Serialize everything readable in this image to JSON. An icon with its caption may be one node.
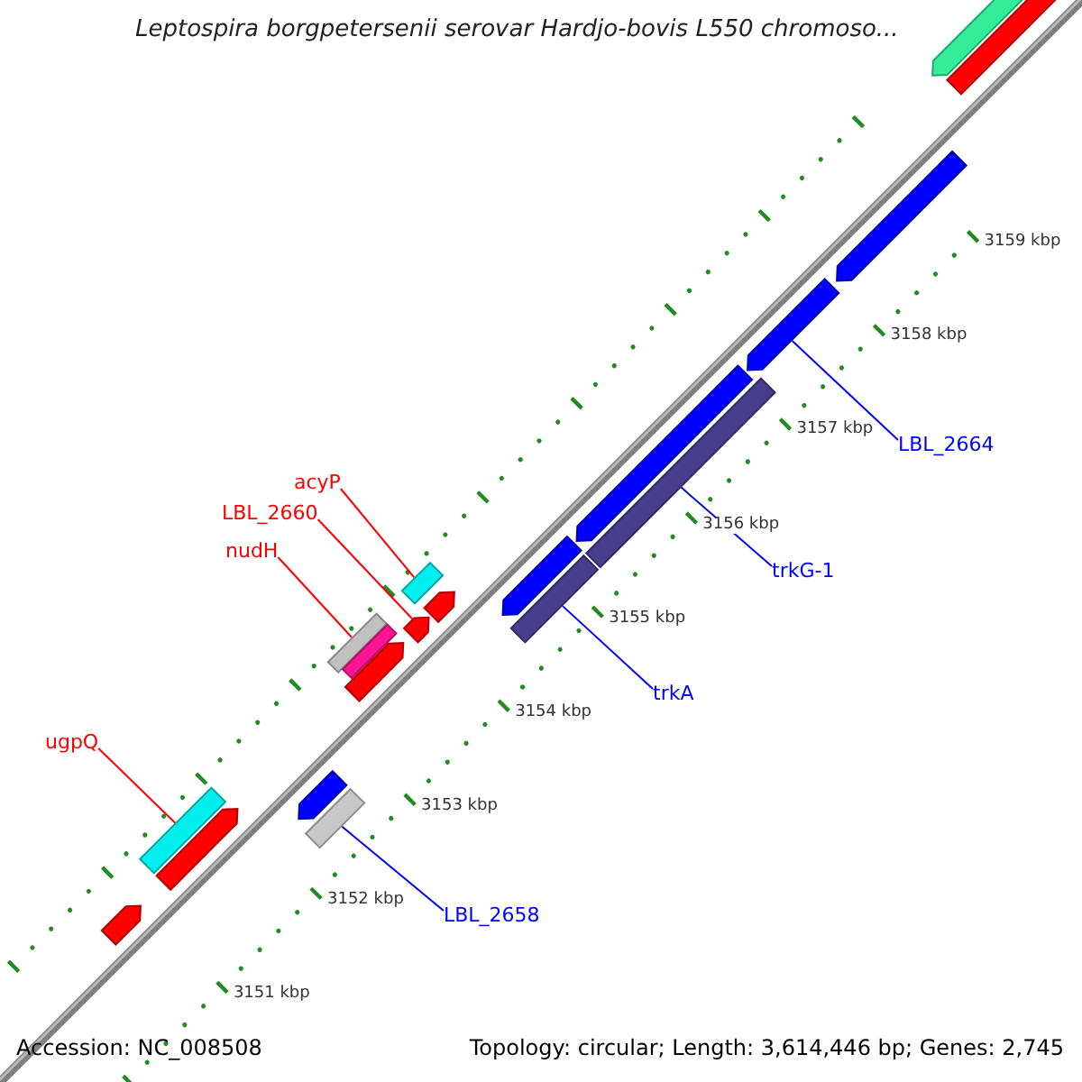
{
  "diagram": {
    "title": "Leptospira borgpetersenii serovar Hardjo-bovis L550 chromoso...",
    "nodes": [
      {
        "text": [
          "acyP"
        ]
      },
      {
        "text": [
          "LBL_2660"
        ]
      },
      {
        "text": [
          "nudH"
        ]
      },
      {
        "text": [
          "ugpQ"
        ]
      },
      {
        "text": [
          "LBL_2658"
        ]
      },
      {
        "text": [
          "trkA"
        ]
      },
      {
        "text": [
          "trkG-1"
        ]
      },
      {
        "text": [
          "LBL_2664"
        ]
      },
      {
        "text": [],
        "shape": "bar"
      },
      {
        "text": [],
        "shape": "arrow"
      },
      {
        "text": [],
        "shape": "bar"
      },
      {
        "text": [],
        "shape": "bar"
      },
      {
        "text": [],
        "shape": "bar"
      },
      {
        "text": [],
        "shape": "bar"
      },
      {
        "text": [],
        "shape": "bar"
      },
      {
        "text": [],
        "shape": "arrow"
      },
      {
        "text": [],
        "shape": "arrow"
      },
      {
        "text": [],
        "shape": "arrow"
      },
      {
        "text": [],
        "shape": "arrow"
      },
      {
        "text": [],
        "shape": "bar"
      },
      {
        "text": [],
        "shape": "arrow"
      },
      {
        "text": [],
        "shape": "arrow"
      },
      {
        "text": [],
        "shape": "arrow"
      },
      {
        "text": [],
        "shape": "arrow"
      },
      {
        "text": [],
        "shape": "arrow"
      },
      {
        "text": [],
        "shape": "bar"
      },
      {
        "text": [],
        "shape": "arrow"
      }
    ],
    "edges": [
      {
        "from": 0,
        "to": 8,
        "arrow": "none",
        "color": "#ff0000"
      },
      {
        "from": 1,
        "to": 9,
        "arrow": "none",
        "color": "#ff0000"
      },
      {
        "from": 2,
        "to": 10,
        "arrow": "none",
        "color": "#ff0000"
      },
      {
        "from": 3,
        "to": 11,
        "arrow": "none",
        "color": "#ff0000"
      },
      {
        "from": 4,
        "to": 12,
        "arrow": "none",
        "color": "#0000ff"
      },
      {
        "from": 5,
        "to": 13,
        "arrow": "none",
        "color": "#0000ff"
      },
      {
        "from": 6,
        "to": 14,
        "arrow": "none",
        "color": "#0000ff"
      },
      {
        "from": 7,
        "to": 15,
        "arrow": "none",
        "color": "#0000ff"
      }
    ],
    "labels": [
      "3151 kbp",
      "3152 kbp",
      "3153 kbp",
      "3154 kbp",
      "3155 kbp",
      "3156 kbp",
      "3157 kbp",
      "3158 kbp",
      "3159 kbp",
      "Accession: NC_008508",
      "Topology: circular; Length: 3,614,446 bp; Genes: 2,745"
    ]
  }
}
